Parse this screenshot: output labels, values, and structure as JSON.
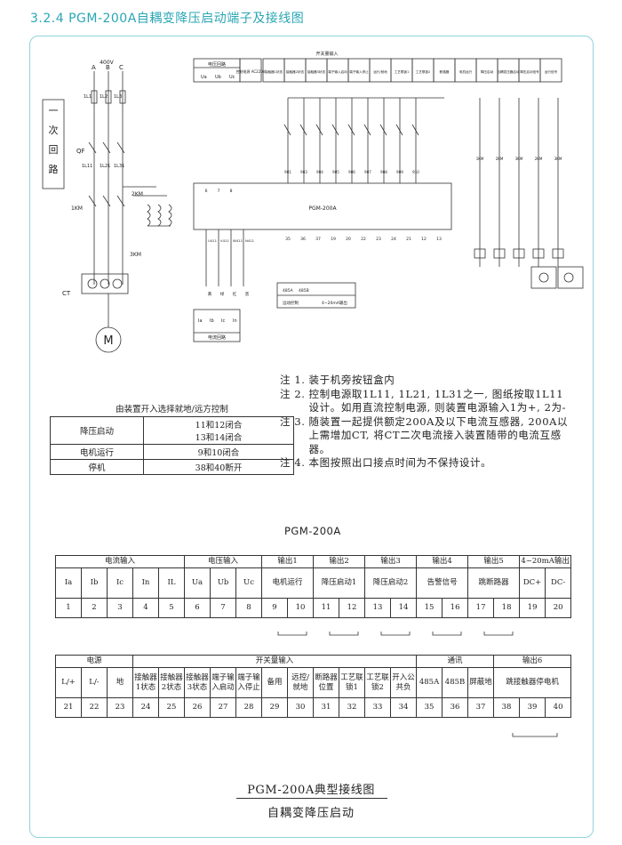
{
  "header": {
    "title": "3.2.4  PGM-200A自耦变降压启动端子及接线图"
  },
  "diagram": {
    "primary_label": "一次回路",
    "bus": "400V",
    "phases": [
      "A",
      "B",
      "C"
    ],
    "fuse_labels": [
      "1L1",
      "1L2",
      "1L3"
    ],
    "breaker": "QF",
    "breaker_labels": [
      "1L11",
      "1L21",
      "1L31"
    ],
    "km": [
      "1KM",
      "2KM",
      "3KM"
    ],
    "ct": "CT",
    "motor": "M",
    "device": "PGM-200A",
    "device_top": [
      "6",
      "7",
      "8"
    ],
    "device_bottom": [
      "U411",
      "V411",
      "W411",
      "N411"
    ],
    "voltage_header": "电压回路",
    "voltage_cols": [
      "Ua",
      "Ub",
      "Uc"
    ],
    "ctrl_power": "控制电源 AC220V",
    "current_header": "电流回路",
    "current_cols": [
      "Ia",
      "Ib",
      "Ic",
      "In"
    ],
    "current_bottom": [
      "黄",
      "绿",
      "红",
      "黑"
    ],
    "switch_header": "开关量输入",
    "top_cells": [
      "接触器1状态",
      "接触器2状态",
      "接触器3状态",
      "端子输入启动",
      "端子输入停止",
      "运行/就地",
      "工艺联锁1",
      "工艺联锁2",
      "断路器",
      "电机运行",
      "降压启动",
      "自耦变压器启动",
      "降压启动信号",
      "运行信号"
    ],
    "wire_nums": [
      "901",
      "903",
      "904",
      "905",
      "906",
      "907",
      "908",
      "909",
      "910"
    ],
    "right_relays": [
      "1KM",
      "2KM",
      "3KM",
      "2KM",
      "3KM"
    ],
    "analog": [
      "485A",
      "485B",
      "4~20mA输出",
      "远动控制"
    ],
    "terminals_mid": [
      "35",
      "36",
      "37",
      "19",
      "20",
      "22",
      "23",
      "24",
      "21",
      "12",
      "13"
    ]
  },
  "notes": [
    {
      "label": "注 1.",
      "text": "装于机旁按钮盒内"
    },
    {
      "label": "注 2.",
      "text": "控制电源取1L11, 1L21, 1L31之一, 图纸按取1L11设计。如用直流控制电源, 则装置电源输入1为+, 2为-"
    },
    {
      "label": "注 3.",
      "text": "随装置一起提供额定200A及以下电流互感器, 200A以上需增加CT, 将CT二次电流接入装置随带的电流互感器。"
    },
    {
      "label": "注 4.",
      "text": "本图按照出口接点时间为不保持设计。"
    }
  ],
  "select_table": {
    "caption": "由装置开入选择就地/远方控制",
    "rows": [
      {
        "label": "降压启动",
        "value": "11和12闭合\n13和14闭合"
      },
      {
        "label": "电机运行",
        "value": "9和10闭合"
      },
      {
        "label": "停机",
        "value": "38和40断开"
      }
    ]
  },
  "terminal_title": "PGM-200A",
  "terminal_table1": {
    "groups": [
      {
        "label": "电流输入",
        "span": 5
      },
      {
        "label": "电压输入",
        "span": 3
      },
      {
        "label": "输出1",
        "span": 2
      },
      {
        "label": "输出2",
        "span": 2
      },
      {
        "label": "输出3",
        "span": 2
      },
      {
        "label": "输出4",
        "span": 2
      },
      {
        "label": "输出5",
        "span": 2
      },
      {
        "label": "4~20mA输出",
        "span": 2
      }
    ],
    "labels": [
      {
        "t": "Ia",
        "s": 1
      },
      {
        "t": "Ib",
        "s": 1
      },
      {
        "t": "Ic",
        "s": 1
      },
      {
        "t": "In",
        "s": 1
      },
      {
        "t": "IL",
        "s": 1
      },
      {
        "t": "Ua",
        "s": 1
      },
      {
        "t": "Ub",
        "s": 1
      },
      {
        "t": "Uc",
        "s": 1
      },
      {
        "t": "电机运行",
        "s": 2
      },
      {
        "t": "降压启动1",
        "s": 2
      },
      {
        "t": "降压启动2",
        "s": 2
      },
      {
        "t": "告警信号",
        "s": 2
      },
      {
        "t": "跳断路器",
        "s": 2
      },
      {
        "t": "DC+",
        "s": 1
      },
      {
        "t": "DC-",
        "s": 1
      }
    ],
    "numbers": [
      "1",
      "2",
      "3",
      "4",
      "5",
      "6",
      "7",
      "8",
      "9",
      "10",
      "11",
      "12",
      "13",
      "14",
      "15",
      "16",
      "17",
      "18",
      "19",
      "20"
    ]
  },
  "terminal_table2": {
    "groups": [
      {
        "label": "电源",
        "span": 3
      },
      {
        "label": "开关量输入",
        "span": 11
      },
      {
        "label": "通讯",
        "span": 3
      },
      {
        "label": "输出6",
        "span": 3
      }
    ],
    "labels": [
      {
        "t": "L/+",
        "s": 1
      },
      {
        "t": "L/-",
        "s": 1
      },
      {
        "t": "地",
        "s": 1
      },
      {
        "t": "接触器1状态",
        "s": 1
      },
      {
        "t": "接触器2状态",
        "s": 1
      },
      {
        "t": "接触器3状态",
        "s": 1
      },
      {
        "t": "端子输入启动",
        "s": 1
      },
      {
        "t": "端子输入停止",
        "s": 1
      },
      {
        "t": "备用",
        "s": 1
      },
      {
        "t": "远控/就地",
        "s": 1
      },
      {
        "t": "断路器位置",
        "s": 1
      },
      {
        "t": "工艺联锁1",
        "s": 1
      },
      {
        "t": "工艺联锁2",
        "s": 1
      },
      {
        "t": "开入公共负",
        "s": 1
      },
      {
        "t": "485A",
        "s": 1
      },
      {
        "t": "485B",
        "s": 1
      },
      {
        "t": "屏蔽地",
        "s": 1
      },
      {
        "t": "跳接触器停电机",
        "s": 3
      }
    ],
    "numbers": [
      "21",
      "22",
      "23",
      "24",
      "25",
      "26",
      "27",
      "28",
      "29",
      "30",
      "31",
      "32",
      "33",
      "34",
      "35",
      "36",
      "37",
      "38",
      "39",
      "40"
    ]
  },
  "footer": {
    "title": "PGM-200A典型接线图",
    "subtitle": "自耦变降压启动"
  }
}
